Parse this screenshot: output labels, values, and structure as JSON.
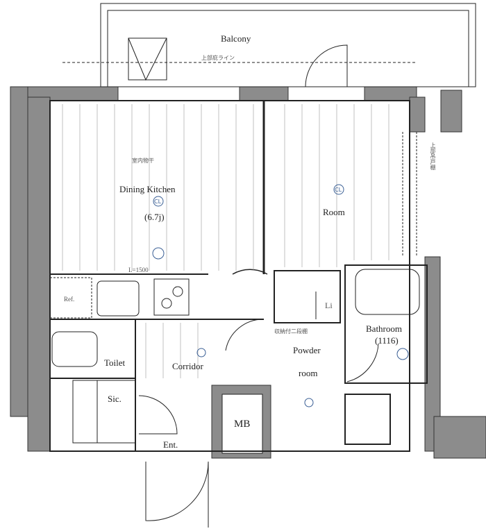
{
  "rooms": {
    "balcony": "Balcony",
    "balcony_note": "上部庇ライン",
    "dining_kitchen": "Dining Kitchen",
    "dk_size": "(6.7j)",
    "dk_ceiling_light": "CL",
    "dk_note": "室内物干",
    "counter": "L=1500",
    "refrigerator": "Ref.",
    "room": "Room",
    "room_ceiling_light": "CL",
    "storage_note": "収納付二段棚",
    "linen": "Li",
    "powder_1": "Powder",
    "powder_2": "room",
    "bathroom": "Bathroom",
    "bathroom_size": "(1116)",
    "toilet": "Toilet",
    "corridor": "Corridor",
    "shoe_closet": "Sic.",
    "entrance": "Ent.",
    "meter_box": "MB",
    "wall_shelf": "上部吊戸棚"
  },
  "colors": {
    "wall": "#8c8c8c",
    "line": "#222222",
    "symbol": "#3a5f95"
  }
}
